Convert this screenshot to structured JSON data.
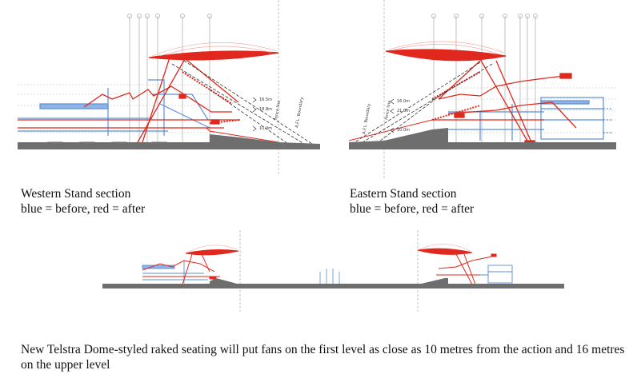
{
  "west": {
    "title": "Western Stand section",
    "legend": "blue = before, red = after",
    "dims": [
      "16.5m",
      "18.8m",
      "10.0m"
    ],
    "lines": [
      "fence line",
      "A.F.L. Boundary"
    ]
  },
  "east": {
    "title": "Eastern Stand section",
    "legend": "blue = before, red = after",
    "dims": [
      "16.0m",
      "21.0m",
      "10.0m"
    ],
    "lines": [
      "A.F.L. Boundary",
      "fence line"
    ]
  },
  "note": "New Telstra Dome-styled raked seating will put fans on the first level as close as 10 metres from the action and 16 metres on the upper level",
  "colors": {
    "before": "#5b8fd6",
    "after": "#e0281e",
    "ground": "#6e6e6e"
  }
}
